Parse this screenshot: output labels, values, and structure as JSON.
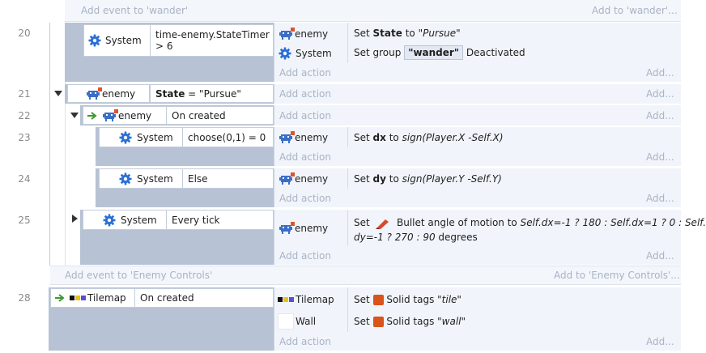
{
  "top": {
    "add_event": "Add event to 'wander'",
    "add_event_right": "Add to 'wander'..."
  },
  "events": [
    {
      "line": "20",
      "cond_object": "System",
      "cond_text_1": "time-enemy.StateTimer",
      "cond_text_2": "> 6",
      "actions": [
        {
          "object": "enemy",
          "pre": "Set ",
          "kw": "State",
          "mid": " to ",
          "val": "\"Pursue\""
        },
        {
          "object": "System",
          "pre": "Set group ",
          "tag": "\"wander\"",
          "post": " Deactivated"
        }
      ]
    },
    {
      "line": "21",
      "cond_object": "enemy",
      "cond_kw": "State",
      "cond_rest": " = \"Pursue\""
    },
    {
      "line": "22",
      "cond_object": "enemy",
      "cond_text": "On created"
    },
    {
      "line": "23",
      "cond_object": "System",
      "cond_text": "choose(0,1) = 0",
      "actions": [
        {
          "object": "enemy",
          "pre": "Set ",
          "kw": "dx",
          "mid": " to ",
          "val": "sign(Player.X -Self.X)"
        }
      ]
    },
    {
      "line": "24",
      "cond_object": "System",
      "cond_text": "Else",
      "actions": [
        {
          "object": "enemy",
          "pre": "Set ",
          "kw": "dy",
          "mid": " to ",
          "val": "sign(Player.Y -Self.Y)"
        }
      ]
    },
    {
      "line": "25",
      "cond_object": "System",
      "cond_text": "Every tick",
      "actions": [
        {
          "object": "enemy",
          "pre": "Set ",
          "mid": " Bullet angle of motion to ",
          "val1": "Self.dx=-1 ? 180 : Self.dx=1 ? 0 : Self.",
          "val2": "dy=-1 ? 270 : 90",
          "post": " degrees"
        }
      ]
    },
    {
      "line": "28",
      "cond_object": "Tilemap",
      "cond_text": "On created",
      "actions": [
        {
          "object": "Tilemap",
          "pre": "Set ",
          "mid": " Solid tags ",
          "val": "\"tile\""
        },
        {
          "object": "Wall",
          "pre": "Set ",
          "mid": " Solid tags ",
          "val": "\"wall\""
        }
      ]
    }
  ],
  "add_action": "Add action",
  "add_short": "Add...",
  "bottom": {
    "add_event": "Add event to 'Enemy Controls'",
    "add_event_right": "Add to 'Enemy Controls'..."
  },
  "colors": {
    "gear": "#2a6fd6",
    "orange": "#d9541a",
    "green_arrow": "#3a9a2a"
  }
}
